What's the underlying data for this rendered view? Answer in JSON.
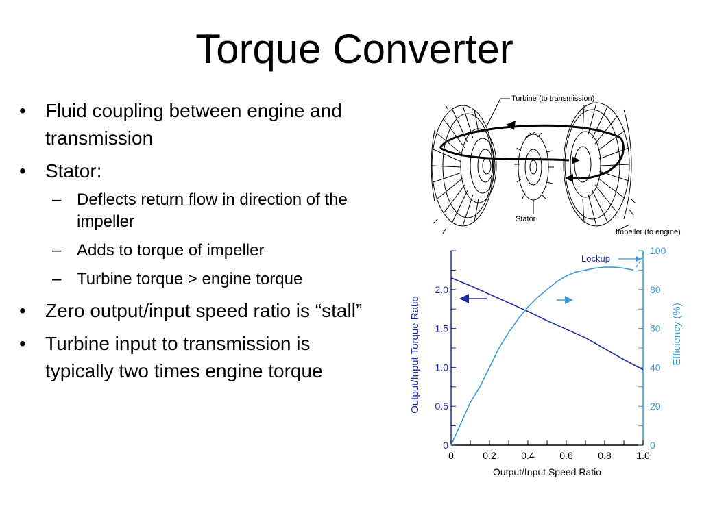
{
  "slide": {
    "title": "Torque Converter",
    "bullets": [
      {
        "text": "Fluid coupling between engine and transmission"
      },
      {
        "text": "Stator:",
        "subs": [
          "Deflects return flow in direction of the impeller",
          "Adds to torque of impeller",
          "Turbine torque > engine torque"
        ]
      },
      {
        "text": "Zero output/input speed ratio is “stall”"
      },
      {
        "text": "Turbine input to transmission is typically two times engine torque"
      }
    ],
    "bullet_glyph": "•",
    "sub_glyph": "–"
  },
  "diagram": {
    "labels": {
      "turbine": "Turbine (to transmission)",
      "stator": "Stator",
      "impeller": "Impeller (to engine)"
    }
  },
  "chart_data": {
    "type": "line",
    "xlabel": "Output/Input Speed Ratio",
    "y_left_label": "Output/Input Torque Ratio",
    "y_right_label": "Efficiency (%)",
    "xlim": [
      0,
      1.0
    ],
    "ylim_left": [
      0,
      2.5
    ],
    "ylim_right": [
      0,
      100
    ],
    "x_ticks": [
      "0",
      "0.2",
      "0.4",
      "0.6",
      "0.8",
      "1.0"
    ],
    "y_left_ticks": [
      "0",
      "0.5",
      "1.0",
      "1.5",
      "2.0"
    ],
    "y_right_ticks": [
      "0",
      "20",
      "40",
      "60",
      "80",
      "100"
    ],
    "annotation": "Lockup",
    "colors": {
      "torque": "#1f2aa0",
      "efficiency": "#3a9ad9"
    },
    "series": [
      {
        "axis": "left",
        "x": [
          0,
          0.1,
          0.2,
          0.3,
          0.4,
          0.5,
          0.6,
          0.7,
          0.8,
          0.9,
          1.0
        ],
        "y": [
          2.15,
          2.05,
          1.94,
          1.83,
          1.72,
          1.6,
          1.49,
          1.38,
          1.24,
          1.1,
          0.97
        ]
      },
      {
        "axis": "right",
        "x": [
          0,
          0.05,
          0.1,
          0.15,
          0.2,
          0.25,
          0.3,
          0.35,
          0.4,
          0.45,
          0.5,
          0.55,
          0.6,
          0.65,
          0.7,
          0.75,
          0.8,
          0.85,
          0.9,
          0.95
        ],
        "y": [
          0,
          11,
          22,
          30,
          40,
          50,
          58,
          65,
          71,
          76,
          80,
          84,
          87,
          89,
          90,
          91,
          91.5,
          91.5,
          91,
          90
        ]
      }
    ]
  }
}
